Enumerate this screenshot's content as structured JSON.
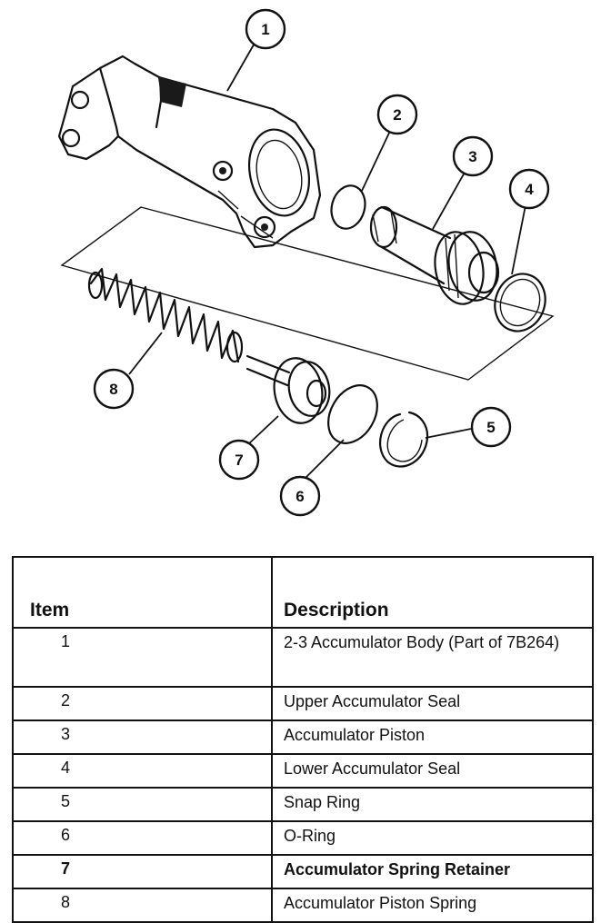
{
  "callouts": [
    "1",
    "2",
    "3",
    "4",
    "5",
    "6",
    "7",
    "8"
  ],
  "table": {
    "headers": {
      "item": "Item",
      "description": "Description"
    },
    "rows": [
      {
        "item": "1",
        "description": "2-3 Accumulator Body (Part of 7B264)"
      },
      {
        "item": "2",
        "description": "Upper Accumulator Seal"
      },
      {
        "item": "3",
        "description": "Accumulator Piston"
      },
      {
        "item": "4",
        "description": "Lower Accumulator Seal"
      },
      {
        "item": "5",
        "description": "Snap Ring"
      },
      {
        "item": "6",
        "description": "O-Ring"
      },
      {
        "item": "7",
        "description": "Accumulator Spring Retainer"
      },
      {
        "item": "8",
        "description": "Accumulator Piston Spring"
      }
    ]
  }
}
